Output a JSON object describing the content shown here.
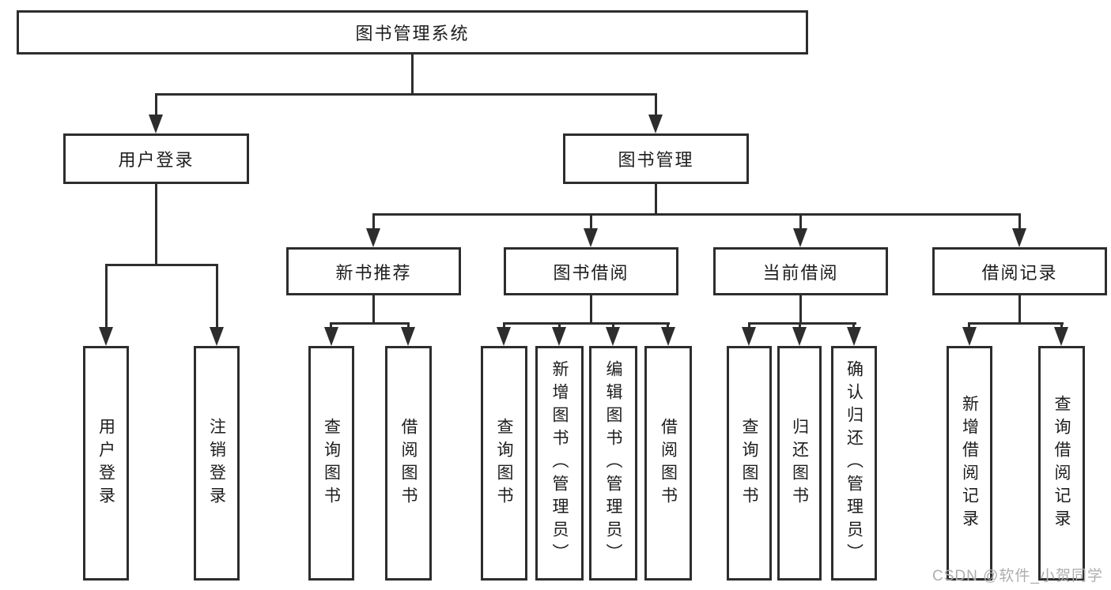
{
  "diagram": {
    "type": "hierarchy-tree",
    "line_color": "#2d2d2d",
    "background": "#ffffff"
  },
  "nodes": {
    "root": "图书管理系统",
    "user_login": "用户登录",
    "book_management": "图书管理",
    "new_book_recommend": "新书推荐",
    "book_borrowing": "图书借阅",
    "current_borrowing": "当前借阅",
    "borrowing_records": "借阅记录",
    "leaf_user_login": "用户登录",
    "leaf_logout": "注销登录",
    "rec_query_books": "查询图书",
    "rec_borrow_books": "借阅图书",
    "bb_query_books": "查询图书",
    "bb_add_books": "新增图书（管理员）",
    "bb_edit_books": "编辑图书（管理员）",
    "bb_borrow_books": "借阅图书",
    "cb_query_books": "查询图书",
    "cb_return_books": "归还图书",
    "cb_confirm_return": "确认归还（管理员）",
    "br_add_record": "新增借阅记录",
    "br_query_record": "查询借阅记录"
  },
  "watermark": "CSDN @软件_小贺同学"
}
